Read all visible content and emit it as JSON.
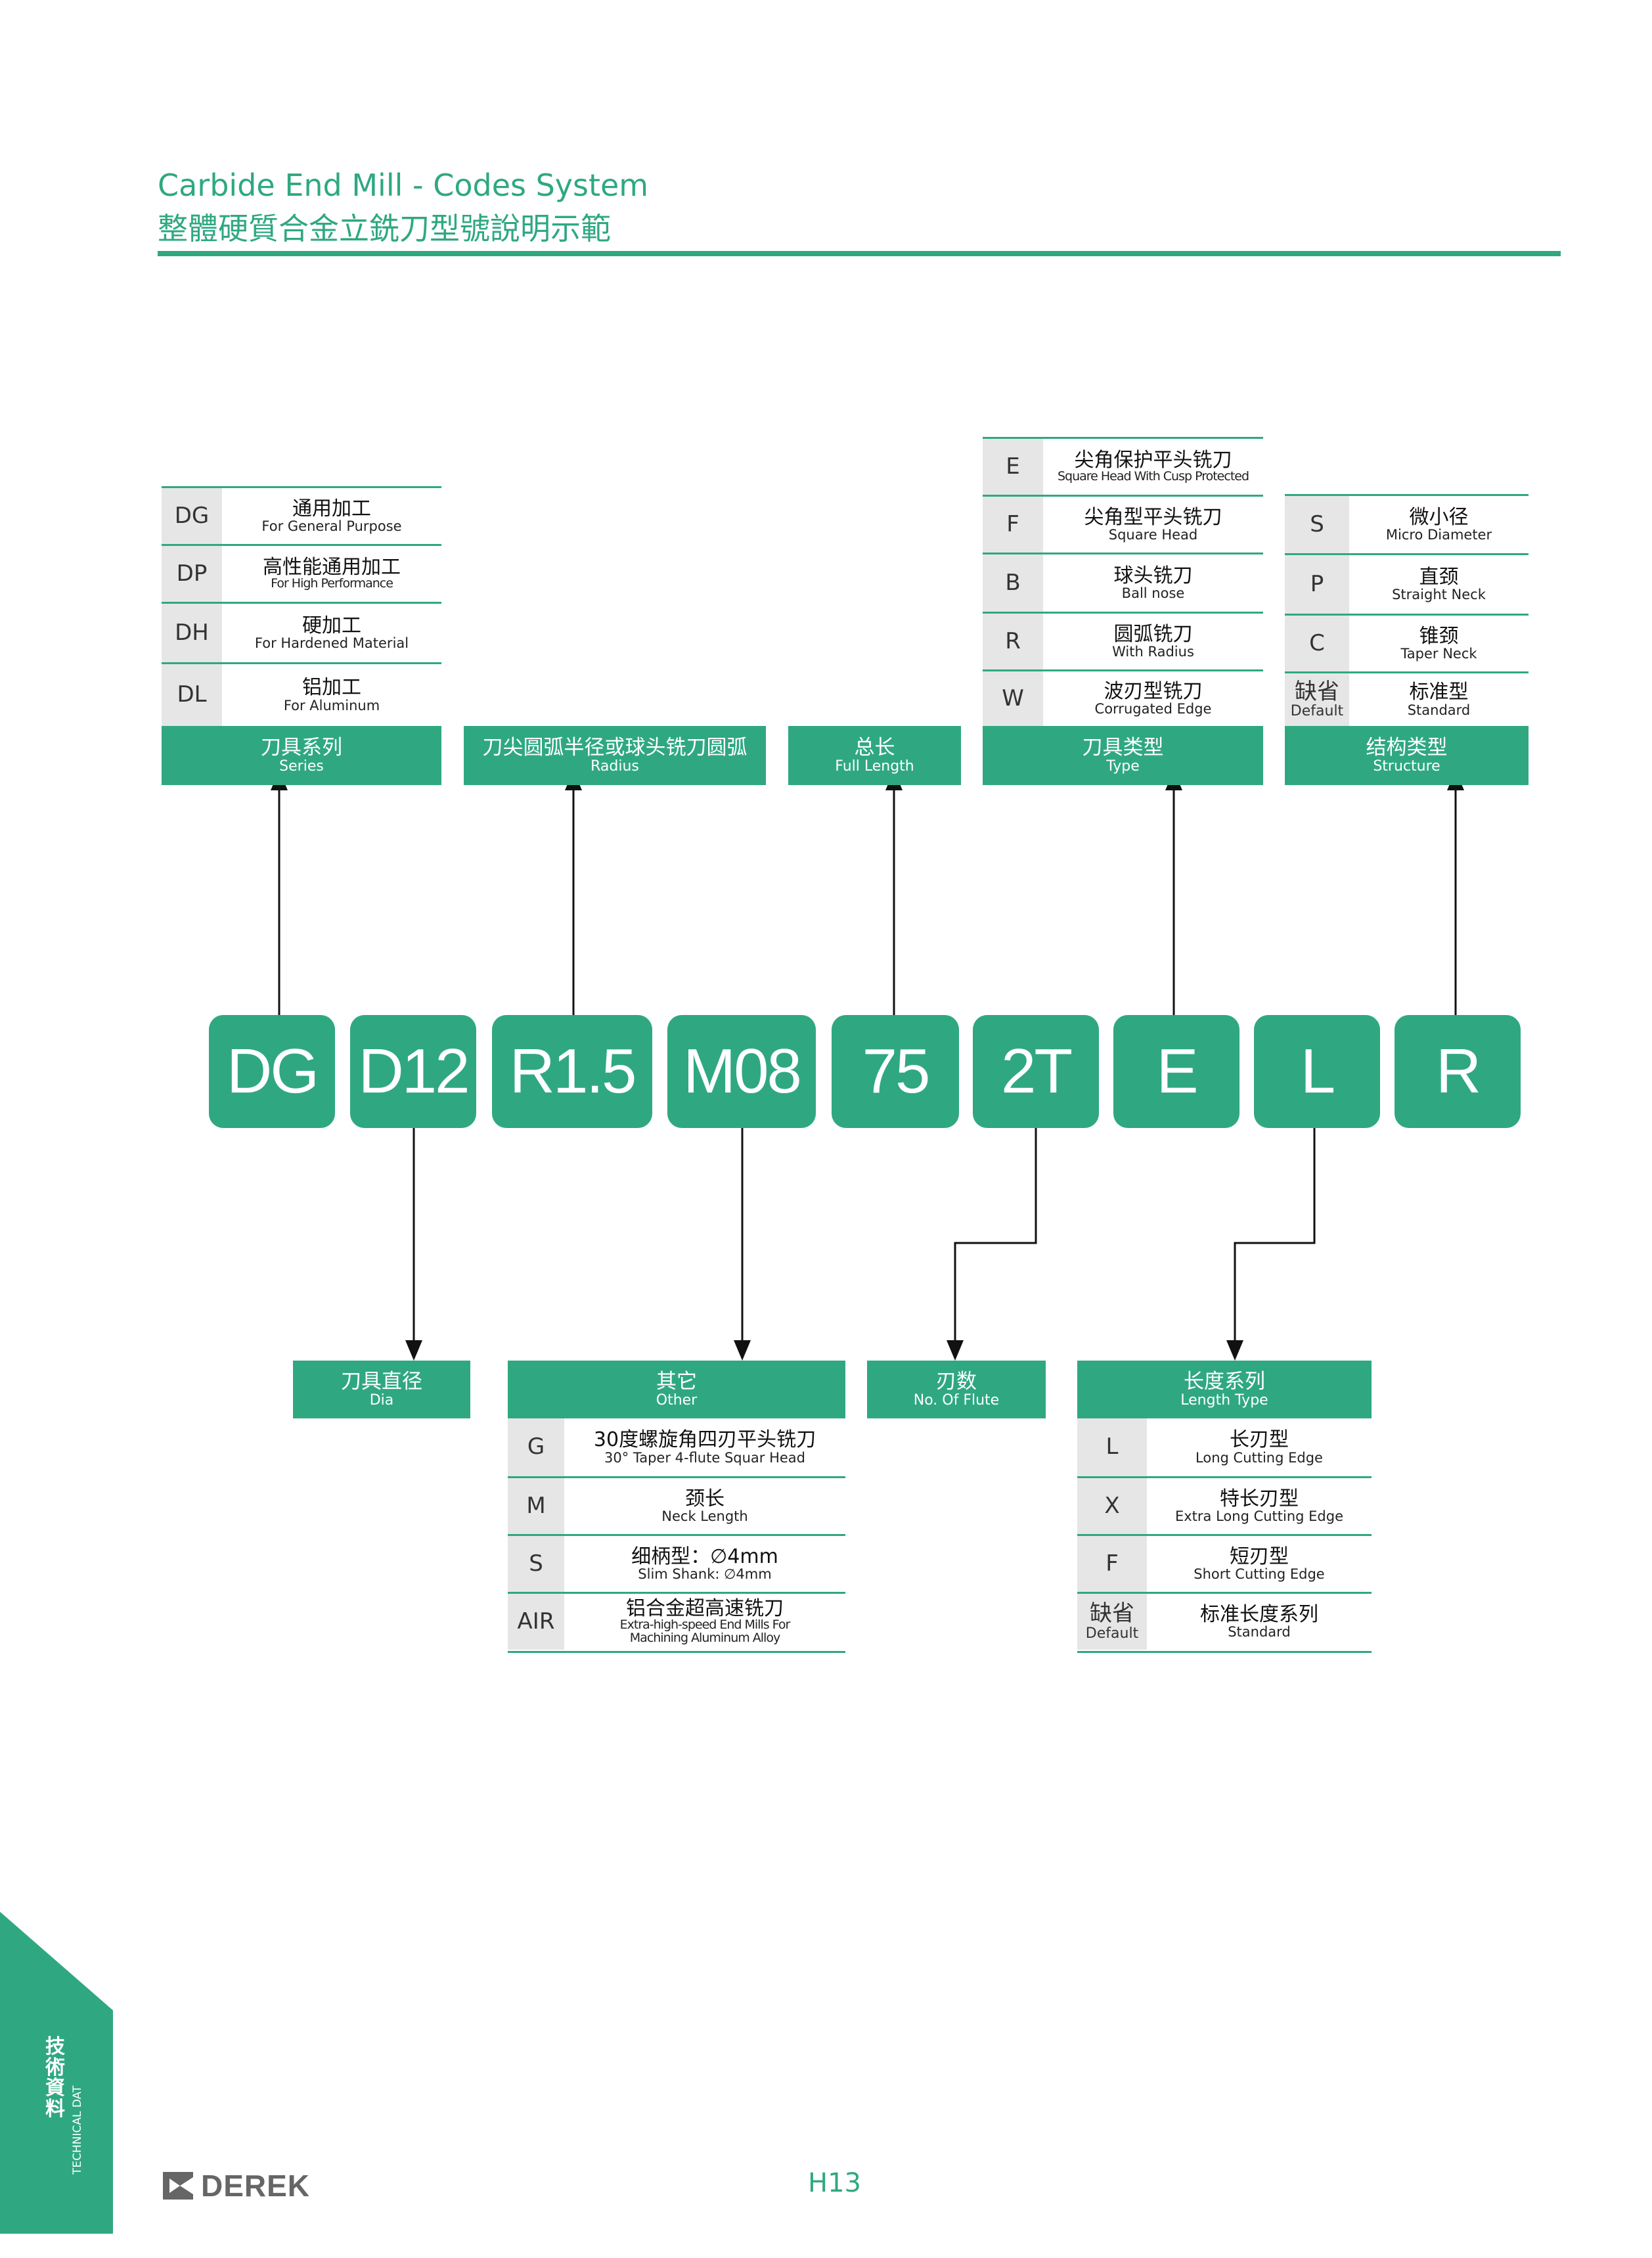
{
  "title": {
    "en": "Carbide End Mill - Codes System",
    "cn": "整體硬質合金立銑刀型號說明示範"
  },
  "codes": [
    "DG",
    "D12",
    "R1.5",
    "M08",
    "75",
    "2T",
    "E",
    "L",
    "R"
  ],
  "series": {
    "label": {
      "cn": "刀具系列",
      "en": "Series"
    },
    "options": [
      {
        "code": "DG",
        "cn": "通用加工",
        "en": "For General Purpose"
      },
      {
        "code": "DP",
        "cn": "高性能通用加工",
        "en": "For High Performance"
      },
      {
        "code": "DH",
        "cn": "硬加工",
        "en": "For Hardened Material"
      },
      {
        "code": "DL",
        "cn": "铝加工",
        "en": "For Aluminum"
      }
    ]
  },
  "radius": {
    "label": {
      "cn": "刀尖圆弧半径或球头铣刀圆弧",
      "en": "Radius"
    }
  },
  "full_length": {
    "label": {
      "cn": "总长",
      "en": "Full Length"
    }
  },
  "type": {
    "label": {
      "cn": "刀具类型",
      "en": "Type"
    },
    "options": [
      {
        "code": "E",
        "cn": "尖角保护平头铣刀",
        "en": "Square Head With Cusp Protected"
      },
      {
        "code": "F",
        "cn": "尖角型平头铣刀",
        "en": "Square Head"
      },
      {
        "code": "B",
        "cn": "球头铣刀",
        "en": "Ball nose"
      },
      {
        "code": "R",
        "cn": "圆弧铣刀",
        "en": "With Radius"
      },
      {
        "code": "W",
        "cn": "波刃型铣刀",
        "en": "Corrugated Edge"
      }
    ]
  },
  "structure": {
    "label": {
      "cn": "结构类型",
      "en": "Structure"
    },
    "options": [
      {
        "code": "S",
        "cn": "微小径",
        "en": "Micro Diameter"
      },
      {
        "code": "P",
        "cn": "直颈",
        "en": "Straight Neck"
      },
      {
        "code": "C",
        "cn": "锥颈",
        "en": "Taper Neck"
      },
      {
        "code": "缺省",
        "code_en": "Default",
        "cn": "标准型",
        "en": "Standard"
      }
    ]
  },
  "dia": {
    "label": {
      "cn": "刀具直径",
      "en": "Dia"
    }
  },
  "other": {
    "label": {
      "cn": "其它",
      "en": "Other"
    },
    "options": [
      {
        "code": "G",
        "cn": "30度螺旋角四刃平头铣刀",
        "en": "30° Taper 4-flute Squar Head"
      },
      {
        "code": "M",
        "cn": "颈长",
        "en": "Neck Length"
      },
      {
        "code": "S",
        "cn": "细柄型：∅4mm",
        "en": "Slim Shank: ∅4mm"
      },
      {
        "code": "AIR",
        "cn": "铝合金超高速铣刀",
        "en": "Extra-high-speed End Mills For",
        "en2": "Machining Aluminum Alloy"
      }
    ]
  },
  "flute": {
    "label": {
      "cn": "刃数",
      "en": "No. Of Flute"
    }
  },
  "length_type": {
    "label": {
      "cn": "长度系列",
      "en": "Length Type"
    },
    "options": [
      {
        "code": "L",
        "cn": "长刃型",
        "en": "Long Cutting Edge"
      },
      {
        "code": "X",
        "cn": "特长刃型",
        "en": "Extra Long Cutting Edge"
      },
      {
        "code": "F",
        "cn": "短刃型",
        "en": "Short Cutting Edge"
      },
      {
        "code": "缺省",
        "code_en": "Default",
        "cn": "标准长度系列",
        "en": "Standard"
      }
    ]
  },
  "sidebar": {
    "cn": "技術資料",
    "en": "TECHNICAL DAT"
  },
  "logo": "DEREK",
  "page_number": "H13",
  "colors": {
    "accent": "#2fa882",
    "code_cell": "#e6e6e6"
  }
}
